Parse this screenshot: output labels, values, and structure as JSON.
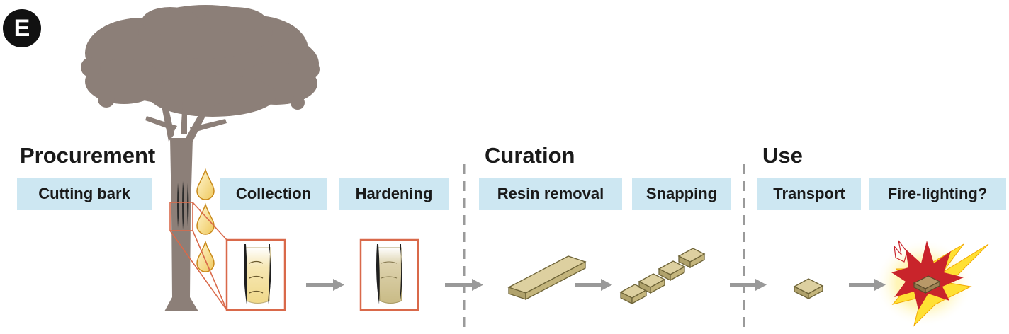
{
  "panel": {
    "label": "E"
  },
  "sections": {
    "procurement": "Procurement",
    "curation": "Curation",
    "use": "Use"
  },
  "steps": [
    "Cutting bark",
    "Collection",
    "Hardening",
    "Resin removal",
    "Snapping",
    "Transport",
    "Fire-lighting?"
  ],
  "colors": {
    "tree": "#8c7f78",
    "step_box": "#cde7f2",
    "frame": "#d9694a",
    "resin": "#f2dc97",
    "resin_piece": "#d4c58c",
    "arrow": "#999999",
    "divider": "#9a9a9a",
    "fire_red": "#c9242b",
    "fire_yellow": "#ffe033"
  },
  "icons": [
    "tree-icon",
    "resin-drop-icon",
    "resin-strip-icon",
    "resin-chunk-icon",
    "fire-icon",
    "arrow-icon"
  ]
}
